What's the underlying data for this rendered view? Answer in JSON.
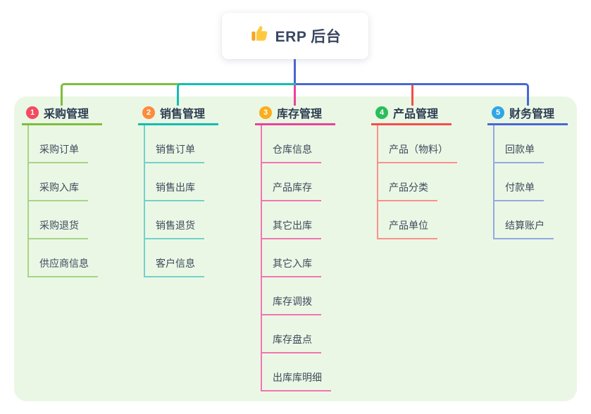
{
  "root": {
    "title": "ERP 后台",
    "icon": "thumbs-up",
    "line_color": "#4C64D3"
  },
  "panel": {
    "bg": "#EBF7E5"
  },
  "branches": [
    {
      "num": "1",
      "label": "采购管理",
      "badge_color": "#F54A5F",
      "line_color": "#7DBE3E",
      "light_line_color": "#A7D487",
      "children": [
        "采购订单",
        "采购入库",
        "采购退货",
        "供应商信息"
      ]
    },
    {
      "num": "2",
      "label": "销售管理",
      "badge_color": "#FB8B3D",
      "line_color": "#13BDB3",
      "light_line_color": "#72D2C9",
      "children": [
        "销售订单",
        "销售出库",
        "销售退货",
        "客户信息"
      ]
    },
    {
      "num": "3",
      "label": "库存管理",
      "badge_color": "#FBAD1B",
      "line_color": "#E9429B",
      "light_line_color": "#F175B3",
      "children": [
        "仓库信息",
        "产品库存",
        "其它出库",
        "其它入库",
        "库存调拨",
        "库存盘点",
        "出库库明细"
      ]
    },
    {
      "num": "4",
      "label": "产品管理",
      "badge_color": "#2BBE5C",
      "line_color": "#F34D4C",
      "light_line_color": "#F9918C",
      "children": [
        "产品（物料）",
        "产品分类",
        "产品单位"
      ]
    },
    {
      "num": "5",
      "label": "财务管理",
      "badge_color": "#2FA6E6",
      "line_color": "#4A67D5",
      "light_line_color": "#93A9E2",
      "children": [
        "回款单",
        "付款单",
        "结算账户"
      ]
    }
  ]
}
